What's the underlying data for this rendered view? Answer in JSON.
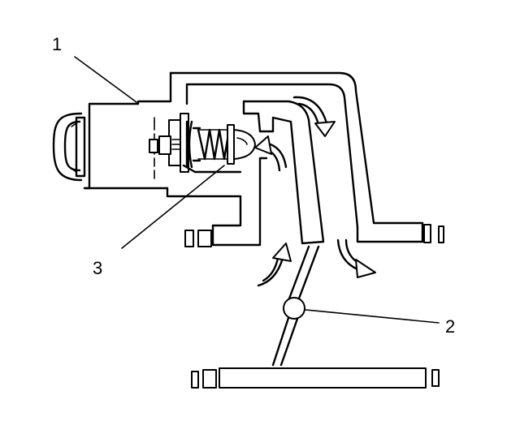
{
  "callouts": {
    "one": "1",
    "two": "2",
    "three": "3"
  },
  "colors": {
    "ink": "#000000",
    "background": "#ffffff"
  },
  "icons": {
    "flow_arrows": "curved-flow-arrow-icon",
    "spring": "spring-icon",
    "valve": "valve-icon"
  }
}
